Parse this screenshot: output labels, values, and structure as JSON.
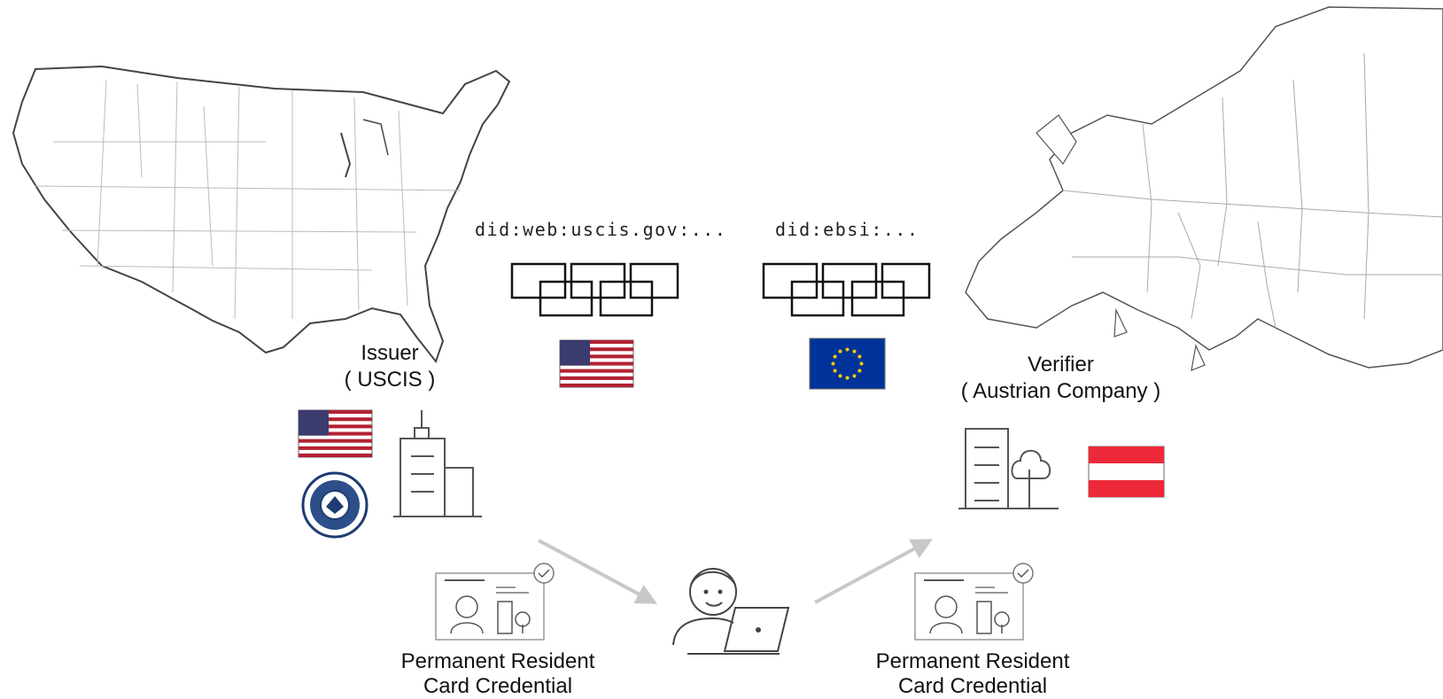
{
  "issuer": {
    "role": "Issuer",
    "name": "( USCIS )"
  },
  "verifier": {
    "role": "Verifier",
    "name": "( Austrian Company )"
  },
  "ledgers": [
    {
      "did": "did:web:uscis.gov:...",
      "flag": "us-flag-icon"
    },
    {
      "did": "did:ebsi:...",
      "flag": "eu-flag-icon"
    }
  ],
  "credentials": [
    {
      "line1": "Permanent Resident",
      "line2": "Card Credential"
    },
    {
      "line1": "Permanent Resident",
      "line2": "Card Credential"
    }
  ],
  "icons": [
    "us-map-icon",
    "europe-map-icon",
    "us-flag-icon",
    "eu-flag-icon",
    "austria-flag-icon",
    "dhs-seal-icon",
    "issuer-building-icon",
    "verifier-building-icon",
    "holder-laptop-icon",
    "credential-card-icon",
    "blockchain-icon",
    "arrow-icon"
  ],
  "colors": {
    "us_red": "#b22234",
    "us_blue": "#3c3b6e",
    "eu_blue": "#003399",
    "eu_gold": "#ffcc00",
    "at_red": "#ed2939",
    "arrow_gray": "#c8c8c8",
    "outline": "#555555"
  }
}
